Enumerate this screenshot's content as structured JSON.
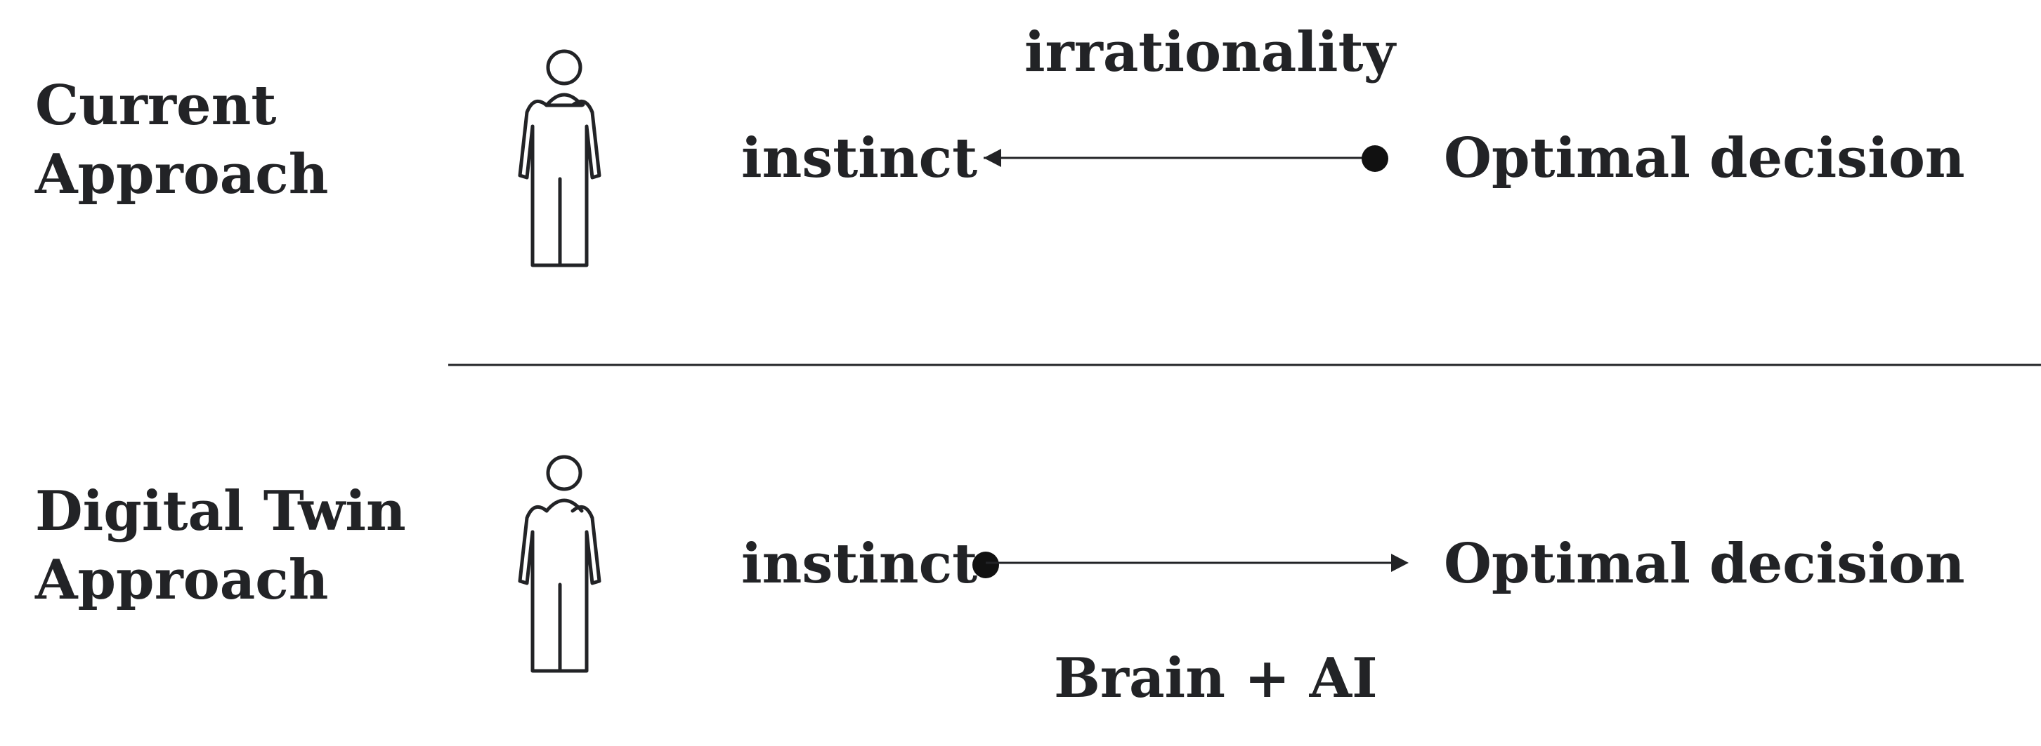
{
  "rows": [
    {
      "label_line1": "Current",
      "label_line2": "Approach",
      "from_node": "instinct",
      "to_node": "Optimal decision",
      "edge_label": "irrationality"
    },
    {
      "label_line1": "Digital Twin",
      "label_line2": "Approach",
      "from_node": "instinct",
      "to_node": "Optimal decision",
      "edge_label": "Brain + AI"
    }
  ],
  "icons": [
    "person-icon",
    "person-icon",
    "arrow-left-icon",
    "arrow-right-icon"
  ],
  "colors": {
    "text": "#222326",
    "line": "#222326",
    "background": "#ffffff"
  }
}
